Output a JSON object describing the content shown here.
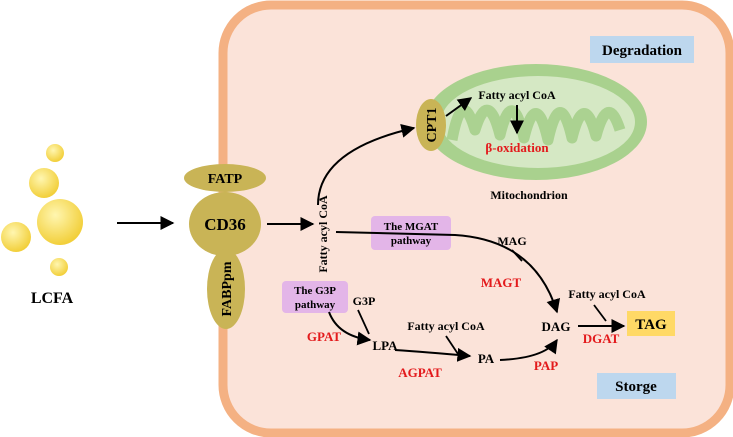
{
  "ligand": {
    "label": "LCFA"
  },
  "transporters": {
    "fatp": "FATP",
    "cd36": "CD36",
    "fabppm": "FABPpm"
  },
  "fatty_acyl_coa_vertical": "Fatty acyl CoA",
  "mitochondrion": {
    "label": "Mitochondrion",
    "cpt1": "CPT1",
    "fatty_acyl_coa": "Fatty acyl CoA",
    "beta_oxidation": "β-oxidation"
  },
  "badges": {
    "degradation": "Degradation",
    "storage": "Storge"
  },
  "pathways": {
    "mgat": [
      "The MGAT",
      "pathway"
    ],
    "g3p": [
      "The G3P",
      "pathway"
    ]
  },
  "metabolites": {
    "g3p": "G3P",
    "lpa": "LPA",
    "pa": "PA",
    "mag": "MAG",
    "dag": "DAG",
    "fatty_acyl_coa_mid": "Fatty acyl CoA",
    "fatty_acyl_coa_right": "Fatty acyl CoA",
    "tag": "TAG"
  },
  "enzymes": {
    "gpat": "GPAT",
    "agpat": "AGPAT",
    "pap": "PAP",
    "magt": "MAGT",
    "dgat": "DGAT"
  },
  "colors": {
    "cell_fill": "#fbe3d9",
    "cell_stroke": "#f4b183",
    "droplet": "#f5d74a",
    "transporter": "#c9b456",
    "mito_outer": "#a9d18e",
    "mito_inner": "#d5e8c4",
    "pathway_box": "#e3b5e8",
    "badge": "#bdd7ee",
    "tag_box": "#ffd966",
    "enzyme_red": "#e31a1c"
  }
}
